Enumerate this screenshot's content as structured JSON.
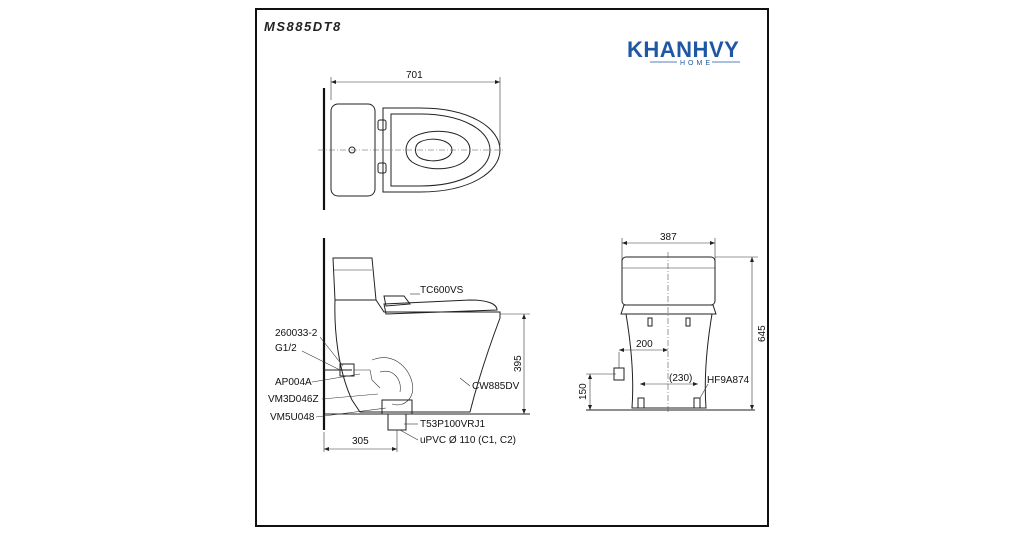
{
  "model_title": "MS885DT8",
  "brand": {
    "name": "KHANHVY",
    "sub": "HOME",
    "color": "#1f57a4"
  },
  "top_view": {
    "length": "701"
  },
  "side_view": {
    "parts": {
      "seat": "TC600VS",
      "bowl": "CW885DV",
      "valve": "260033-2",
      "thread": "G1/2",
      "hose": "AP004A",
      "part_a": "VM3D046Z",
      "part_b": "VM5U048",
      "flange": "T53P100VRJ1",
      "pipe": "uPVC Ø 110 (C1, C2)"
    },
    "height": "395",
    "rough_in": "305"
  },
  "front_view": {
    "width": "387",
    "height": "645",
    "inlet_offset": "200",
    "inlet_height": "150",
    "spacing": "(230)",
    "bolt": "HF9A874"
  }
}
